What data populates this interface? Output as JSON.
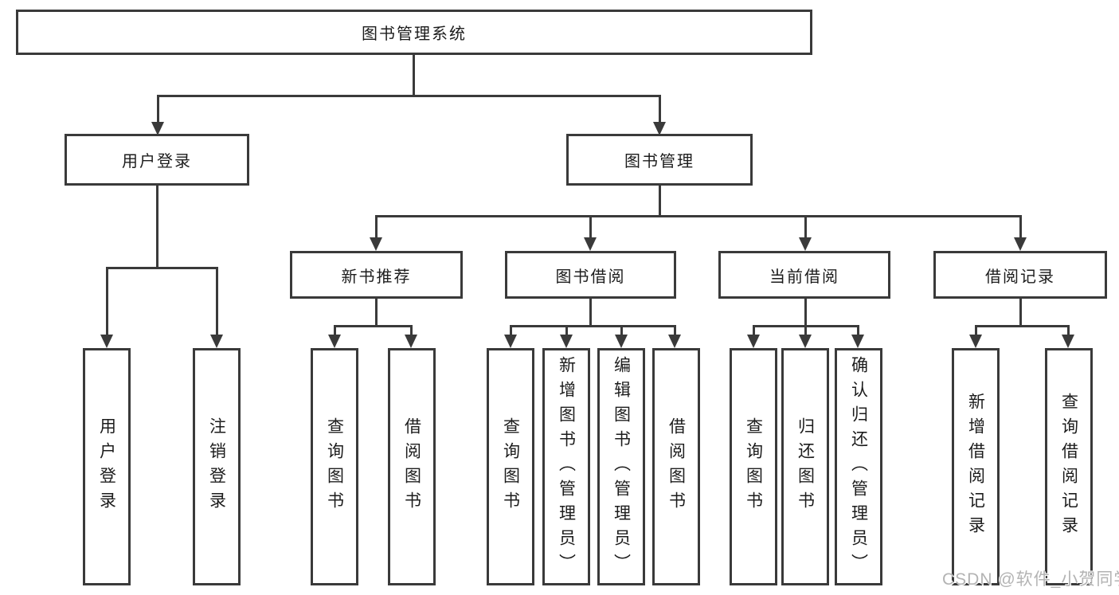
{
  "diagram": {
    "type": "hierarchy-tree",
    "tree": {
      "label": "图书管理系统",
      "children": [
        {
          "label": "用户登录",
          "children": [
            {
              "label": "用户登录"
            },
            {
              "label": "注销登录"
            }
          ]
        },
        {
          "label": "图书管理",
          "children": [
            {
              "label": "新书推荐",
              "children": [
                {
                  "label": "查询图书"
                },
                {
                  "label": "借阅图书"
                }
              ]
            },
            {
              "label": "图书借阅",
              "children": [
                {
                  "label": "查询图书"
                },
                {
                  "label": "新增图书（管理员）"
                },
                {
                  "label": "编辑图书（管理员）"
                },
                {
                  "label": "借阅图书"
                }
              ]
            },
            {
              "label": "当前借阅",
              "children": [
                {
                  "label": "查询图书"
                },
                {
                  "label": "归还图书"
                },
                {
                  "label": "确认归还（管理员）"
                }
              ]
            },
            {
              "label": "借阅记录",
              "children": [
                {
                  "label": "新增借阅记录"
                },
                {
                  "label": "查询借阅记录"
                }
              ]
            }
          ]
        }
      ]
    },
    "colors": {
      "line": "#3a3a3a",
      "text": "#1c1c1c",
      "background": "#ffffff",
      "watermark": "#b3b3b3"
    }
  },
  "watermark": {
    "text": "CSDN @软件_小贺同学"
  }
}
